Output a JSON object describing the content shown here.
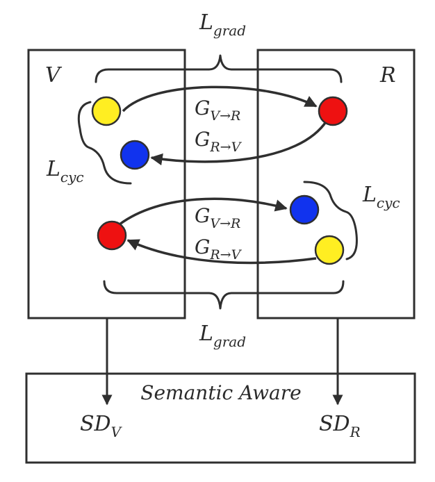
{
  "diagram": {
    "left_domain": "V",
    "right_domain": "R",
    "top_loss": {
      "main": "L",
      "sub": "grad"
    },
    "bottom_loss": {
      "main": "L",
      "sub": "grad"
    },
    "left_cycle_loss": {
      "main": "L",
      "sub": "cyc"
    },
    "right_cycle_loss": {
      "main": "L",
      "sub": "cyc"
    },
    "upper_gen_forward": {
      "main": "G",
      "sub": "V→R"
    },
    "upper_gen_backward": {
      "main": "G",
      "sub": "R→V"
    },
    "lower_gen_forward": {
      "main": "G",
      "sub": "V→R"
    },
    "lower_gen_backward": {
      "main": "G",
      "sub": "R→V"
    },
    "bottom_box_title": "Semantic Aware",
    "output_left": {
      "main": "SD",
      "sub": "V"
    },
    "output_right": {
      "main": "SD",
      "sub": "R"
    }
  },
  "colors": {
    "yellow": "#ffee22",
    "red": "#ee1111",
    "blue": "#1133ee",
    "stroke": "#2f2f2f"
  }
}
